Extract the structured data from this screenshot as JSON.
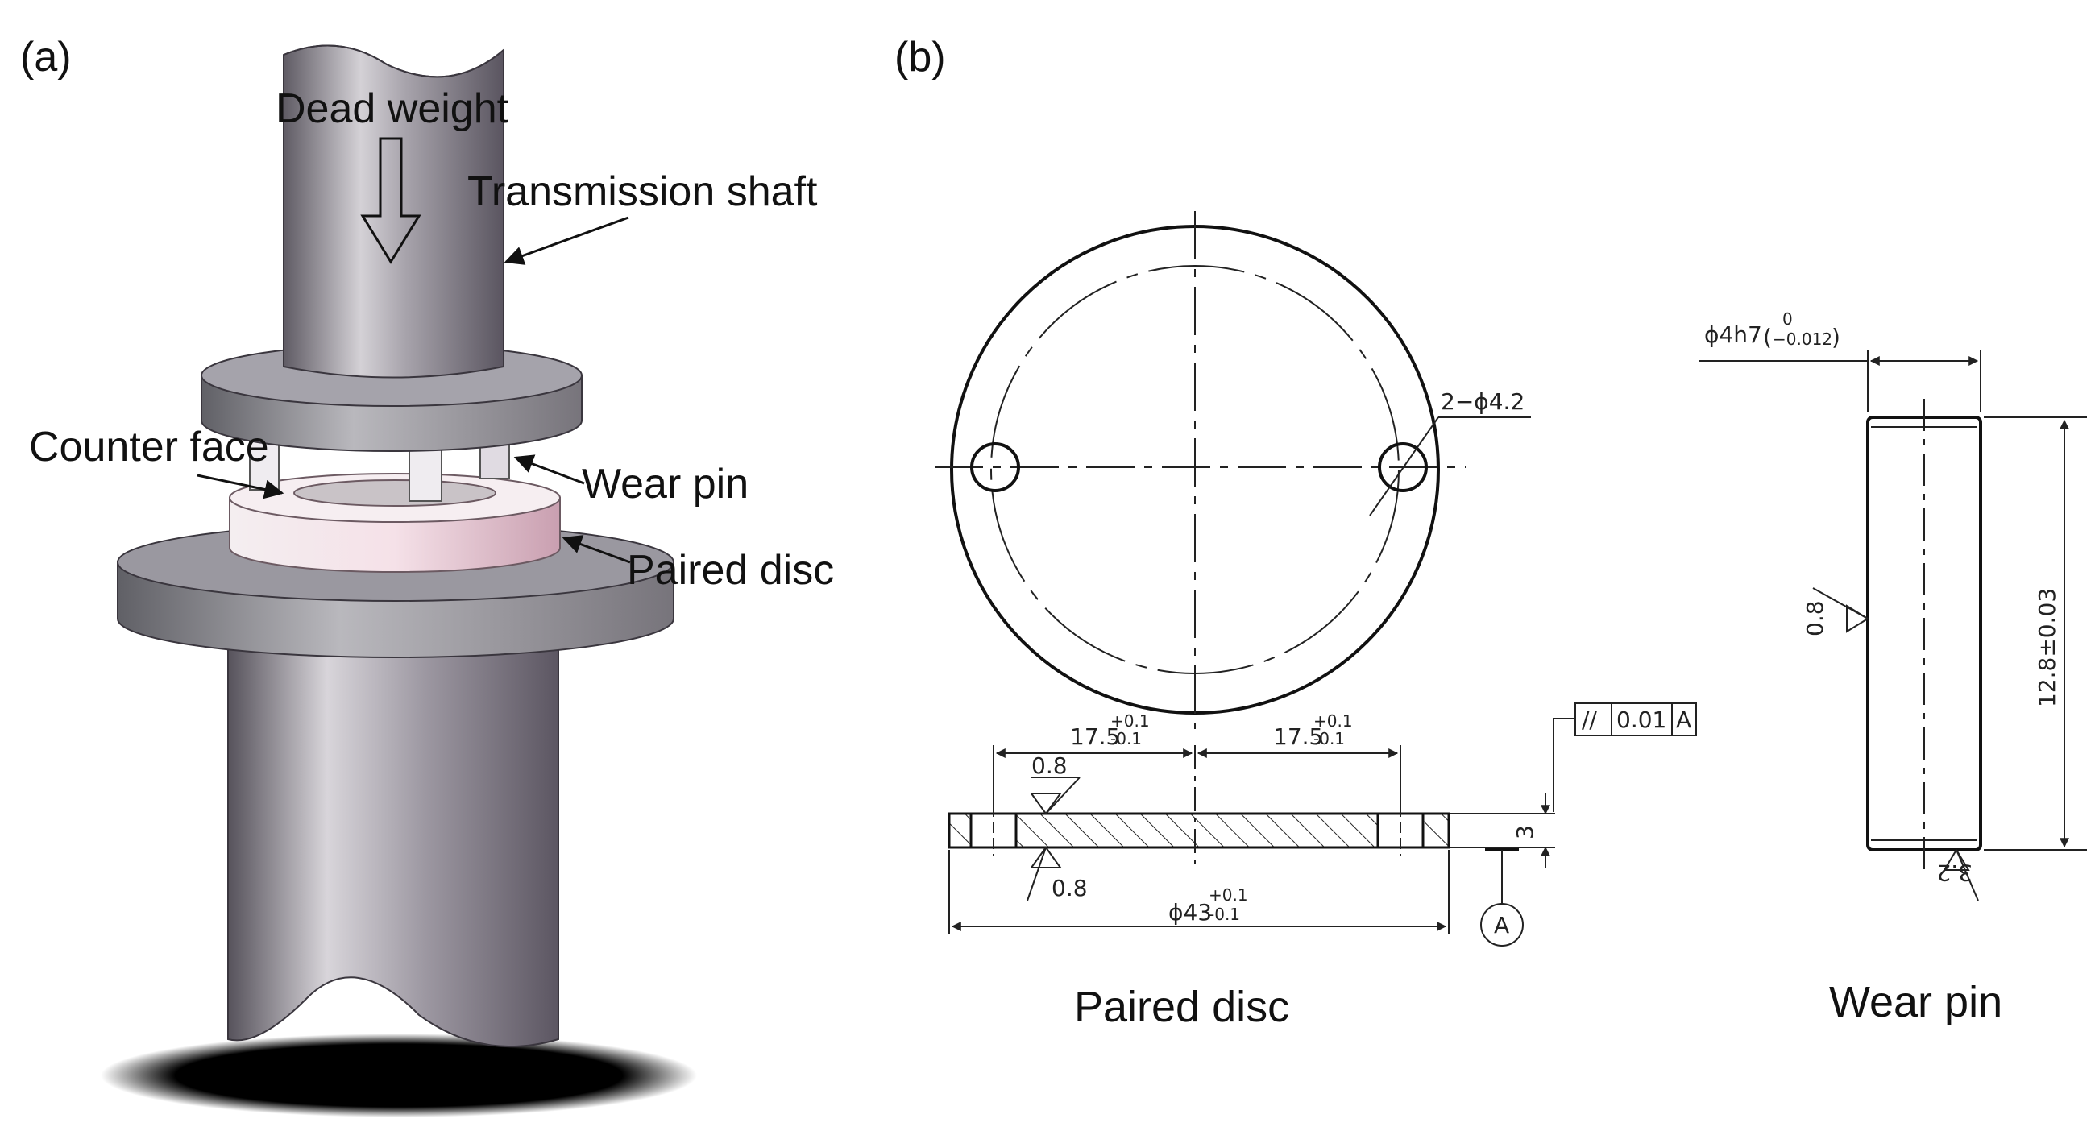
{
  "panel_a": {
    "label": "(a)",
    "dead_weight": "Dead weight",
    "transmission_shaft": "Transmission shaft",
    "counter_face": "Counter face",
    "wear_pin": "Wear pin",
    "paired_disc": "Paired disc"
  },
  "panel_b": {
    "label": "(b)",
    "disc": {
      "caption": "Paired disc",
      "holes": "2−ϕ4.2",
      "half_span_nominal": "17.5",
      "tol_upper": "+0.1",
      "tol_lower": "-0.1",
      "diameter_nominal": "ϕ43",
      "roughness": "0.8",
      "thickness": "3",
      "parallel_symbol": "//",
      "parallel_tol": "0.01",
      "datum": "A"
    },
    "pin": {
      "caption": "Wear pin",
      "diameter": "ϕ4h7",
      "tol_upper": "0",
      "tol_lower": "−0.012",
      "length": "12.8±0.03",
      "roughness_side": "0.8",
      "roughness_end": "3.2"
    }
  },
  "colors": {
    "metal_dark": "#6e6a72",
    "metal_light": "#d9d6dc",
    "counter_face": "#f2dfe6",
    "shadow": "#000000"
  }
}
